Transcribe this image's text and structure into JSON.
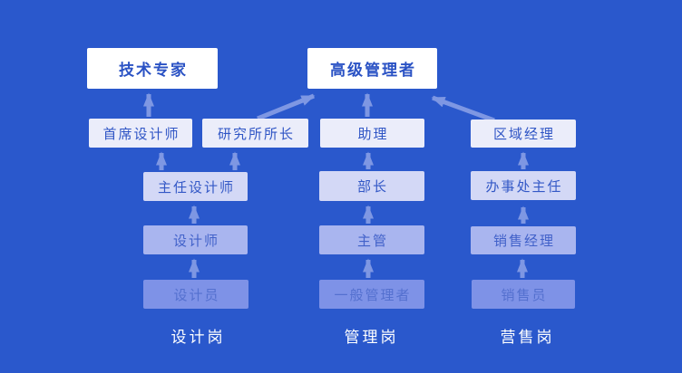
{
  "diagram_title": "career-path-org-diagram",
  "colors": {
    "background": "#2A58CC",
    "arrow": "#7E97E3",
    "level1_fill": "#FFFFFF",
    "level2_fill": "#EBEDFA",
    "level3_fill": "#D3D8F6",
    "level4_fill": "#A9B5EF",
    "level5_fill": "#7E92E7",
    "box_text_blue": "#2A52C4",
    "column_label_text": "#FFFFFF"
  },
  "nodes": {
    "tech_expert": "技术专家",
    "senior_manager": "高级管理者",
    "chief_designer": "首席设计师",
    "institute_director": "研究所所长",
    "assistant": "助理",
    "regional_manager": "区域经理",
    "director_designer": "主任设计师",
    "department_head": "部长",
    "office_director": "办事处主任",
    "designer": "设计师",
    "supervisor": "主管",
    "sales_manager": "销售经理",
    "junior_designer": "设计员",
    "general_manager": "一般管理者",
    "salesperson": "销售员"
  },
  "column_labels": {
    "design": "设计岗",
    "management": "管理岗",
    "sales": "营售岗"
  },
  "edges": [
    {
      "from": "junior_designer",
      "to": "designer"
    },
    {
      "from": "designer",
      "to": "director_designer"
    },
    {
      "from": "director_designer",
      "to": "chief_designer"
    },
    {
      "from": "director_designer",
      "to": "institute_director"
    },
    {
      "from": "chief_designer",
      "to": "tech_expert"
    },
    {
      "from": "institute_director",
      "to": "senior_manager"
    },
    {
      "from": "general_manager",
      "to": "supervisor"
    },
    {
      "from": "supervisor",
      "to": "department_head"
    },
    {
      "from": "department_head",
      "to": "assistant"
    },
    {
      "from": "assistant",
      "to": "senior_manager"
    },
    {
      "from": "salesperson",
      "to": "sales_manager"
    },
    {
      "from": "sales_manager",
      "to": "office_director"
    },
    {
      "from": "office_director",
      "to": "regional_manager"
    },
    {
      "from": "regional_manager",
      "to": "senior_manager"
    }
  ]
}
